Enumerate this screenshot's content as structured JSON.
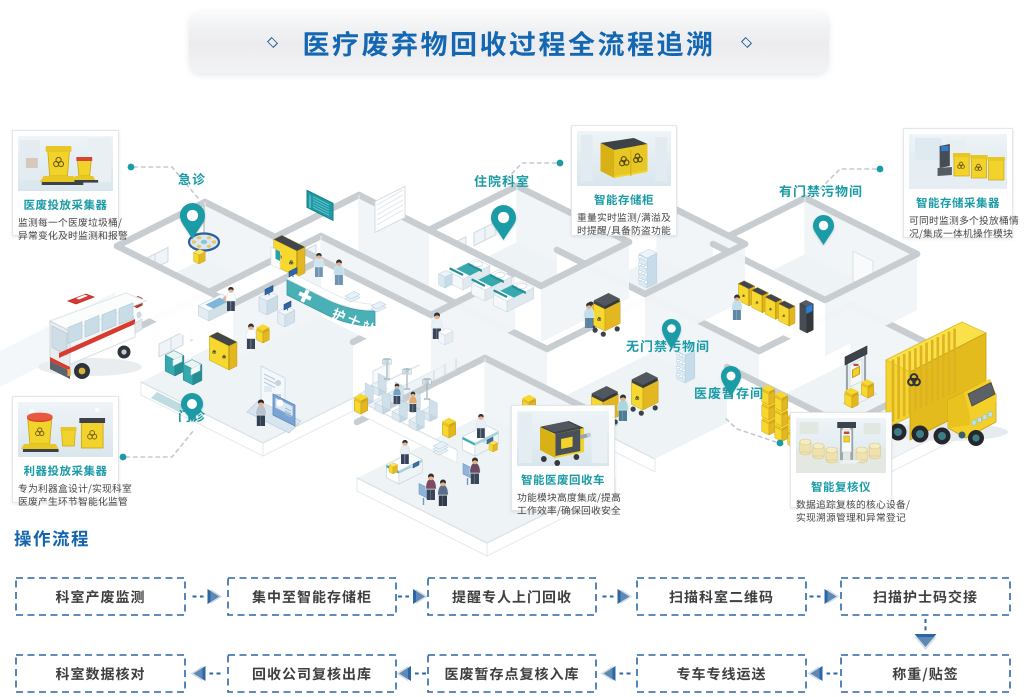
{
  "banner": {
    "title": "医疗废弃物回收过程全流程追溯"
  },
  "illustration": {
    "nurse_station_sign": "护士站"
  },
  "pins": [
    {
      "label": "急诊"
    },
    {
      "label": "住院科室"
    },
    {
      "label": "有门禁污物间"
    },
    {
      "label": "无门禁污物间"
    },
    {
      "label": "医废暂存间"
    },
    {
      "label": "门诊"
    }
  ],
  "cards": [
    {
      "title": "医废投放采集器",
      "desc1": "监测每一个医废垃圾桶/",
      "desc2": "异常变化及时监测和报警"
    },
    {
      "title": "利器投放采集器",
      "desc1": "专为利器盒设计/实现科室",
      "desc2": "医废产生环节智能化监管"
    },
    {
      "title": "智能存储柜",
      "desc1": "重量实时监测/满溢及",
      "desc2": "时提醒/具备防盗功能"
    },
    {
      "title": "智能存储采集器",
      "desc1": "可同时监测多个投放桶情",
      "desc2": "况/集成一体机操作模块"
    },
    {
      "title": "智能医废回收车",
      "desc1": "功能模块高度集成/提高",
      "desc2": "工作效率/确保回收安全"
    },
    {
      "title": "智能复核仪",
      "desc1": "数据追踪复核的核心设备/",
      "desc2": "实现溯源管理和异常登记"
    }
  ],
  "flow": {
    "heading": "操作流程",
    "row1": [
      "科室产废监测",
      "集中至智能存储柜",
      "提醒专人上门回收",
      "扫描科室二维码",
      "扫描护士码交接"
    ],
    "row2": [
      "科室数据核对",
      "回收公司复核出库",
      "医废暂存点复核入库",
      "专车专线运送",
      "称重/贴签"
    ]
  }
}
